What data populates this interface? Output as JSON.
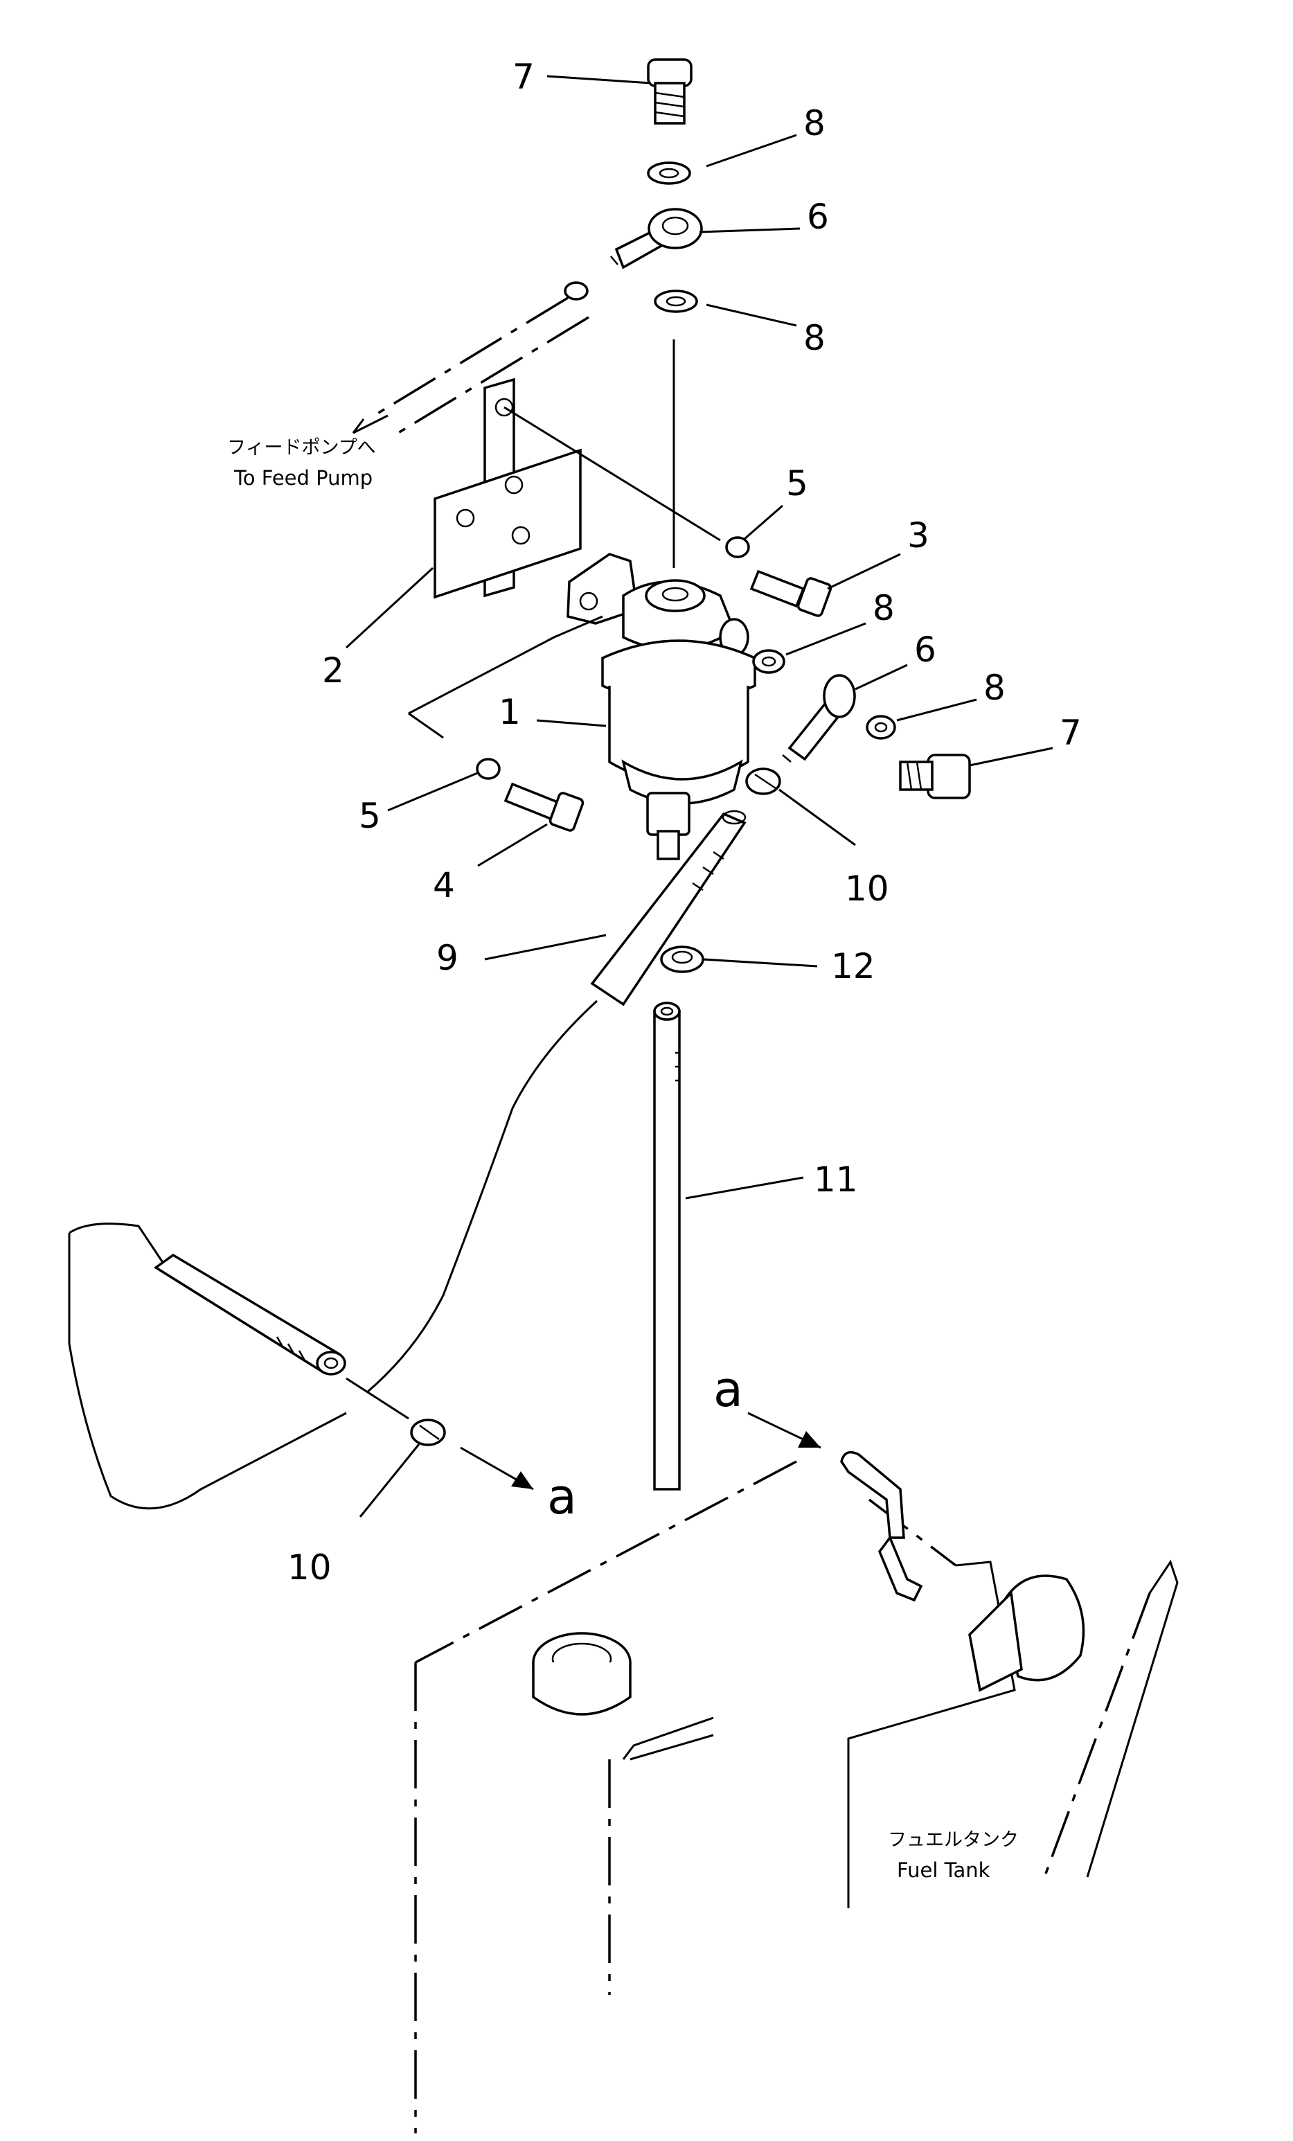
{
  "callouts": [
    {
      "id": "c7a",
      "label": "7"
    },
    {
      "id": "c8a",
      "label": "8"
    },
    {
      "id": "c6a",
      "label": "6"
    },
    {
      "id": "c8b",
      "label": "8"
    },
    {
      "id": "c5a",
      "label": "5"
    },
    {
      "id": "c3",
      "label": "3"
    },
    {
      "id": "c8c",
      "label": "8"
    },
    {
      "id": "c6b",
      "label": "6"
    },
    {
      "id": "c8d",
      "label": "8"
    },
    {
      "id": "c7b",
      "label": "7"
    },
    {
      "id": "c2",
      "label": "2"
    },
    {
      "id": "c1",
      "label": "1"
    },
    {
      "id": "c5b",
      "label": "5"
    },
    {
      "id": "c4",
      "label": "4"
    },
    {
      "id": "c10a",
      "label": "10"
    },
    {
      "id": "c9",
      "label": "9"
    },
    {
      "id": "c12",
      "label": "12"
    },
    {
      "id": "c11",
      "label": "11"
    },
    {
      "id": "c10b",
      "label": "10"
    }
  ],
  "captions": {
    "feed_pump_jp": "フィードポンプへ",
    "feed_pump_en": "To Feed Pump",
    "fuel_tank_jp": "フュエルタンク",
    "fuel_tank_en": "Fuel Tank"
  },
  "connection_markers": {
    "tank_side": "a",
    "hose_side": "a"
  }
}
